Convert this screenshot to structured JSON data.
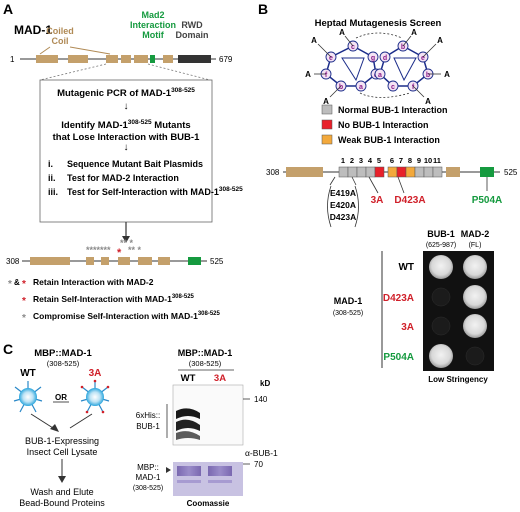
{
  "panelA": {
    "label": "A",
    "title": "MAD-1",
    "coiled_coil": [
      "Coiled",
      "Coil"
    ],
    "mad2_motif": [
      "Mad2",
      "Interaction",
      "Motif"
    ],
    "rwd": [
      "RWD",
      "Domain"
    ],
    "start": "1",
    "end": "679",
    "box_l1": "Mutagenic PCR of MAD-1",
    "box_l2": "Identify MAD-1",
    "box_l2b": "Mutants",
    "box_l3": "that Lose Interaction with BUB-1",
    "sup_range": "308-525",
    "steps": [
      {
        "num": "i.",
        "text": "Sequence Mutant Bait Plasmids"
      },
      {
        "num": "ii.",
        "text": "Test for MAD-2 Interaction"
      },
      {
        "num": "iii.",
        "text": "Test for Self-Interaction with MAD-1"
      }
    ],
    "frag_start": "308",
    "frag_end": "525",
    "legend": [
      {
        "symbol": "& ",
        "text": "Retain Interaction with MAD-2",
        "sup": ""
      },
      {
        "symbol": "",
        "text": "Retain Self-Interaction with MAD-1",
        "sup": "308-525"
      },
      {
        "symbol": "",
        "text": "Compromise Self-Interaction with MAD-1",
        "sup": "308-525"
      }
    ]
  },
  "panelB": {
    "label": "B",
    "title": "Heptad Mutagenesis Screen",
    "heptad_letters": [
      "a",
      "b",
      "c",
      "d",
      "e",
      "f",
      "g"
    ],
    "ext_labels": [
      "A",
      "A",
      "A",
      "A",
      "A",
      "A",
      "A",
      "A"
    ],
    "legend": [
      {
        "text": "Normal BUB-1 Interaction",
        "color": "#bdbdbd"
      },
      {
        "text": "No BUB-1 Interaction",
        "color": "#e8202a"
      },
      {
        "text": "Weak BUB-1 Interaction",
        "color": "#f3a93c"
      }
    ],
    "heptad_numbers": [
      "1",
      "2",
      "3",
      "4",
      "5",
      "6",
      "7",
      "8",
      "9",
      "10",
      "11"
    ],
    "frag_start": "308",
    "frag_end": "525",
    "mutations": [
      "E419A",
      "E420A",
      "D423A"
    ],
    "mut_3a": "3A",
    "mut_d423a": "D423A",
    "mut_p504a": "P504A",
    "col_bub1": "BUB-1",
    "col_bub1_range": "(625-987)",
    "col_mad2": "MAD-2",
    "col_mad2_range": "(FL)",
    "row_group": "MAD-1",
    "row_group_range": "(308-525)",
    "rows": [
      "WT",
      "D423A",
      "3A",
      "P504A"
    ],
    "caption": "Low Stringency",
    "colors": {
      "red": "#d0202a",
      "green": "#159a3f"
    }
  },
  "panelC": {
    "label": "C",
    "title": "MBP::MAD-1",
    "title_range": "(308-525)",
    "wt": "WT",
    "or": "OR",
    "mut": "3A",
    "step1": [
      "BUB-1-Expressing",
      "Insect Cell Lysate"
    ],
    "step2": [
      "Wash and Elute",
      "Bead-Bound Proteins"
    ],
    "gel_title": "MBP::MAD-1",
    "gel_range": "(308-525)",
    "lanes": [
      "WT",
      "3A"
    ],
    "kd": "kD",
    "marker_140": "140",
    "marker_70": "70",
    "his_label": [
      "6xHis::",
      "BUB-1"
    ],
    "alpha": "α-BUB-1",
    "mbp_label": [
      "MBP::",
      "MAD-1",
      "(308-525)"
    ],
    "coomassie": "Coomassie"
  }
}
